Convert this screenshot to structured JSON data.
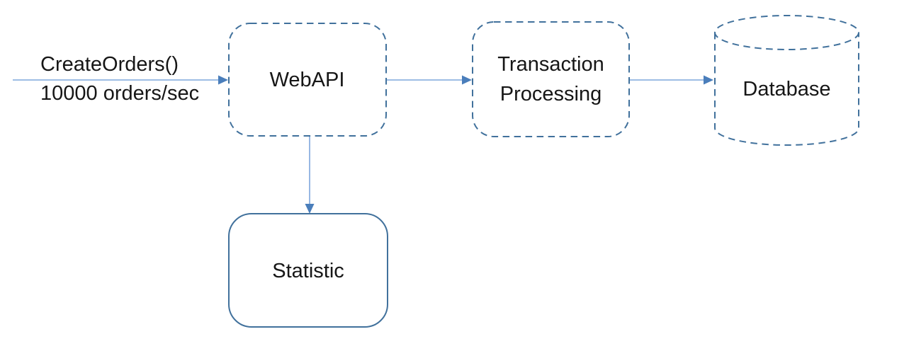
{
  "diagram": {
    "title": "order-processing-flow",
    "colors": {
      "background": "#ffffff",
      "box_border": "#41719C",
      "arrow_line": "#7DA7DC",
      "arrow_head": "#4A7EBB",
      "text": "#161616"
    },
    "input_edge": {
      "label_line1": "CreateOrders()",
      "label_line2": "10000 orders/sec"
    },
    "nodes": [
      {
        "id": "webapi",
        "label": "WebAPI",
        "shape": "rounded-rect-dashed"
      },
      {
        "id": "transaction",
        "label": "Transaction Processing",
        "shape": "rounded-rect-dashed"
      },
      {
        "id": "database",
        "label": "Database",
        "shape": "cylinder-dashed"
      },
      {
        "id": "statistic",
        "label": "Statistic",
        "shape": "rounded-rect-solid"
      }
    ],
    "edges": [
      {
        "from": "external",
        "to": "webapi"
      },
      {
        "from": "webapi",
        "to": "transaction"
      },
      {
        "from": "transaction",
        "to": "database"
      },
      {
        "from": "webapi",
        "to": "statistic"
      }
    ]
  }
}
